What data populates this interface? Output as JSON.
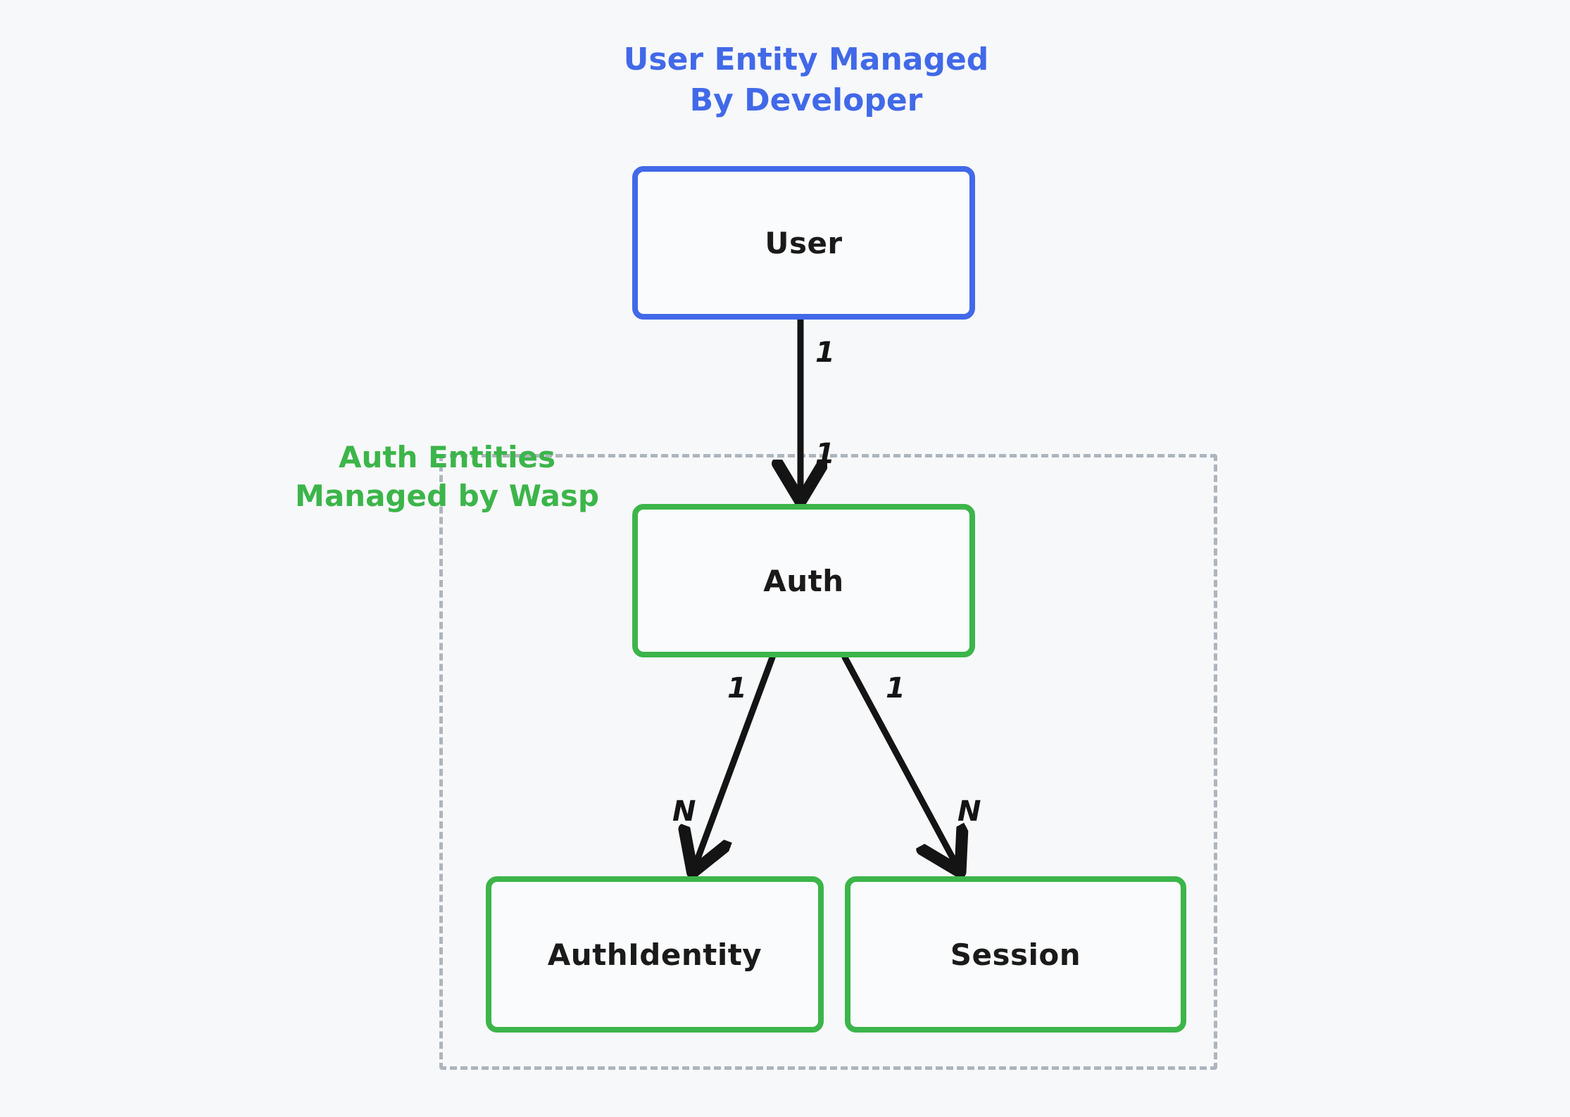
{
  "background_color": "#f7f8fa",
  "palette": {
    "blue": "#4169e8",
    "green": "#3cb54a",
    "dashed_gray": "#adb5bd",
    "arrow_black": "#141414",
    "node_fill": "#fafbfc"
  },
  "captions": {
    "user_group": "User Entity Managed\nBy Developer",
    "auth_group": "Auth Entities\nManaged by Wasp"
  },
  "nodes": {
    "user": {
      "label": "User",
      "border_color": "#4169e8"
    },
    "auth": {
      "label": "Auth",
      "border_color": "#3cb54a"
    },
    "auth_identity": {
      "label": "AuthIdentity",
      "border_color": "#3cb54a"
    },
    "session": {
      "label": "Session",
      "border_color": "#3cb54a"
    }
  },
  "edges": [
    {
      "id": "user-auth",
      "from": "User",
      "to": "Auth",
      "source_cardinality": "1",
      "target_cardinality": "1"
    },
    {
      "id": "auth-authidentity",
      "from": "Auth",
      "to": "AuthIdentity",
      "source_cardinality": "1",
      "target_cardinality": "N"
    },
    {
      "id": "auth-session",
      "from": "Auth",
      "to": "Session",
      "source_cardinality": "1",
      "target_cardinality": "N"
    }
  ],
  "edge_labels": {
    "user_auth_source": "1",
    "user_auth_target": "1",
    "auth_identity_source": "1",
    "auth_identity_target": "N",
    "auth_session_source": "1",
    "auth_session_target": "N"
  },
  "group_container": {
    "name": "auth-entities-group",
    "border_style": "dashed",
    "border_color": "#adb5bd"
  }
}
